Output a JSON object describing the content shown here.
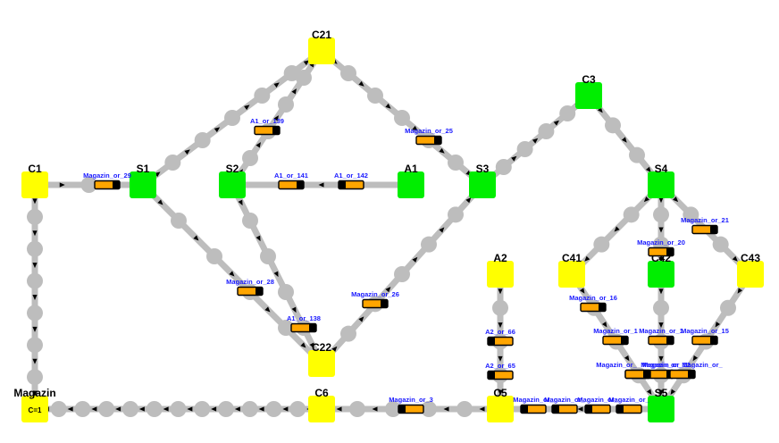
{
  "colors": {
    "track": "#bdbdbd",
    "bead": "#bdbdbd",
    "station": "#00ee00",
    "junction": "#ffff00",
    "car_body": "#ffa500",
    "car_end": "#000000",
    "car_label": "#1a1aff",
    "arrow": "#000000"
  },
  "nodes": [
    {
      "id": "C21",
      "label": "C21",
      "kind": "junction"
    },
    {
      "id": "C3",
      "label": "C3",
      "kind": "station"
    },
    {
      "id": "C1",
      "label": "C1",
      "kind": "junction"
    },
    {
      "id": "S1",
      "label": "S1",
      "kind": "station"
    },
    {
      "id": "S2",
      "label": "S2",
      "kind": "station"
    },
    {
      "id": "A1",
      "label": "A1",
      "kind": "station"
    },
    {
      "id": "S3",
      "label": "S3",
      "kind": "station"
    },
    {
      "id": "S4",
      "label": "S4",
      "kind": "station"
    },
    {
      "id": "A2",
      "label": "A2",
      "kind": "junction"
    },
    {
      "id": "C41",
      "label": "C41",
      "kind": "junction"
    },
    {
      "id": "C42",
      "label": "C42",
      "kind": "station"
    },
    {
      "id": "C43",
      "label": "C43",
      "kind": "junction"
    },
    {
      "id": "C22",
      "label": "C22",
      "kind": "junction"
    },
    {
      "id": "Magazin",
      "label": "Magazin",
      "kind": "junction",
      "sub": "C=1"
    },
    {
      "id": "C6",
      "label": "C6",
      "kind": "junction"
    },
    {
      "id": "C5",
      "label": "C5",
      "kind": "junction"
    },
    {
      "id": "S5",
      "label": "S5",
      "kind": "station"
    }
  ],
  "edges": [
    {
      "from": "C1",
      "to": "Magazin",
      "arrow": "forward"
    },
    {
      "from": "Magazin",
      "to": "C6",
      "arrow": "backward"
    },
    {
      "from": "C6",
      "to": "C5",
      "arrow": "backward"
    },
    {
      "from": "C5",
      "to": "S5",
      "arrow": "backward"
    },
    {
      "from": "C1",
      "to": "S1",
      "arrow": "forward"
    },
    {
      "from": "S1",
      "to": "C21",
      "arrow": "forward"
    },
    {
      "from": "S1",
      "to": "C22",
      "arrow": "forward"
    },
    {
      "from": "S2",
      "to": "C21",
      "arrow": "forward"
    },
    {
      "from": "S2",
      "to": "C22",
      "arrow": "forward"
    },
    {
      "from": "A1",
      "to": "S2",
      "arrow": "forward"
    },
    {
      "from": "C21",
      "to": "S3",
      "arrow": "forward"
    },
    {
      "from": "C22",
      "to": "S3",
      "arrow": "forward"
    },
    {
      "from": "S3",
      "to": "C3",
      "arrow": "forward"
    },
    {
      "from": "C3",
      "to": "S4",
      "arrow": "forward"
    },
    {
      "from": "S4",
      "to": "C41",
      "arrow": "forward"
    },
    {
      "from": "S4",
      "to": "C42",
      "arrow": "forward"
    },
    {
      "from": "S4",
      "to": "C43",
      "arrow": "forward"
    },
    {
      "from": "C41",
      "to": "S5",
      "arrow": "forward"
    },
    {
      "from": "C42",
      "to": "S5",
      "arrow": "forward"
    },
    {
      "from": "C43",
      "to": "S5",
      "arrow": "forward"
    },
    {
      "from": "A2",
      "to": "C5",
      "arrow": "forward"
    }
  ],
  "cars": [
    {
      "label": "Magazin_or_29",
      "facing": "right"
    },
    {
      "label": "A1_or_139",
      "facing": "right"
    },
    {
      "label": "A1_or_141",
      "facing": "right"
    },
    {
      "label": "A1_or_142",
      "facing": "left"
    },
    {
      "label": "Magazin_or_25",
      "facing": "right"
    },
    {
      "label": "Magazin_or_28",
      "facing": "right"
    },
    {
      "label": "A1_or_138",
      "facing": "right"
    },
    {
      "label": "Magazin_or_26",
      "facing": "right"
    },
    {
      "label": "Magazin_or_21",
      "facing": "right"
    },
    {
      "label": "Magazin_or_20",
      "facing": "right"
    },
    {
      "label": "Magazin_or_16",
      "facing": "right"
    },
    {
      "label": "Magazin_or_1",
      "facing": "right"
    },
    {
      "label": "Magazin_or_1",
      "facing": "right"
    },
    {
      "label": "Magazin_or_15",
      "facing": "right"
    },
    {
      "label": "Magazin_or_",
      "facing": "right"
    },
    {
      "label": "Magazin_or_",
      "facing": "right"
    },
    {
      "label": "Magazin_or_",
      "facing": "right"
    },
    {
      "label": "Magazin_or_12",
      "facing": "right"
    },
    {
      "label": "A2_or_66",
      "facing": "left"
    },
    {
      "label": "A2_or_65",
      "facing": "left"
    },
    {
      "label": "Magazin_or_3",
      "facing": "left"
    },
    {
      "label": "Magazin_or_",
      "facing": "left"
    },
    {
      "label": "Magazin_or_",
      "facing": "left"
    },
    {
      "label": "Magazin_or_",
      "facing": "left"
    },
    {
      "label": "Magazin_or_",
      "facing": "left"
    }
  ]
}
